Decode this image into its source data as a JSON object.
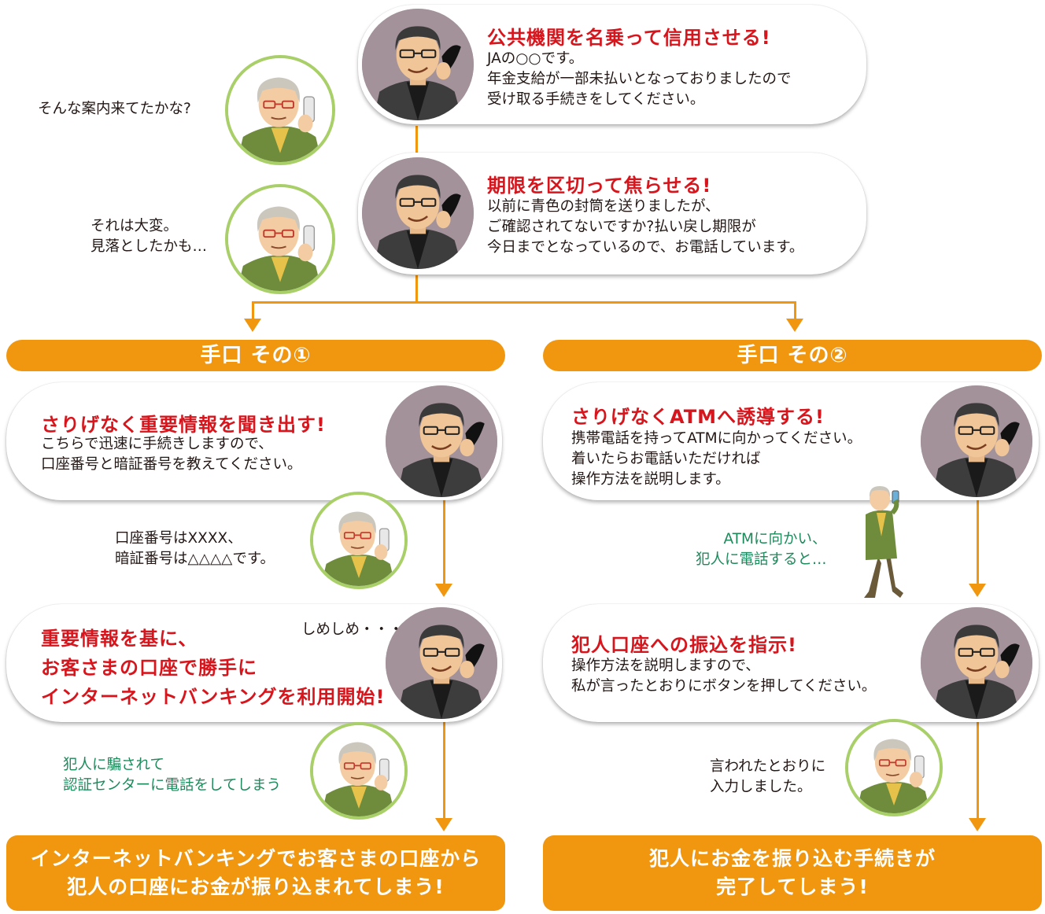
{
  "scammer_top": {
    "title": "公共機関を名乗って信用させる!",
    "text": "JAの○○です。\n年金支給が一部未払いとなっておりましたので\n受け取る手続きをしてください。"
  },
  "victim_top_reply": "そんな案内来てたかな?",
  "scammer_deadline": {
    "title": "期限を区切って焦らせる!",
    "text": "以前に青色の封筒を送りましたが、\nご確認されてないですか?払い戻し期限が\n今日までとなっているので、お電話しています。"
  },
  "victim_deadline_reply": "それは大変。\n見落としたかも…",
  "method1": {
    "header": "手口 その①",
    "step1_title": "さりげなく重要情報を聞き出す!",
    "step1_text": "こちらで迅速に手続きしますので、\n口座番号と暗証番号を教えてください。",
    "victim1_reply": "口座番号はXXXX、\n暗証番号は△△△△です。",
    "step2_title": "重要情報を基に、\nお客さまの口座で勝手に\nインターネットバンキングを利用開始!",
    "step2_side": "しめしめ・・・",
    "victim2_reply": "犯人に騙されて\n認証センターに電話をしてしまう",
    "result": "インターネットバンキングでお客さまの口座から\n犯人の口座にお金が振り込まれてしまう!"
  },
  "method2": {
    "header": "手口 その②",
    "step1_title": "さりげなくATMへ誘導する!",
    "step1_text": "携帯電話を持ってATMに向かってください。\n着いたらお電話いただければ\n操作方法を説明します。",
    "victim1_reply": "ATMに向かい、\n犯人に電話すると…",
    "step2_title": "犯人口座への振込を指示!",
    "step2_text": "操作方法を説明しますので、\n私が言ったとおりにボタンを押してください。",
    "victim2_reply": "言われたとおりに\n入力しました。",
    "result": "犯人にお金を振り込む手続きが\n完了してしまう!"
  },
  "colors": {
    "accent": "#f0960f",
    "title_red": "#d7151c",
    "reply_green": "#1e8a5c",
    "ring_green": "#a8cf68"
  }
}
